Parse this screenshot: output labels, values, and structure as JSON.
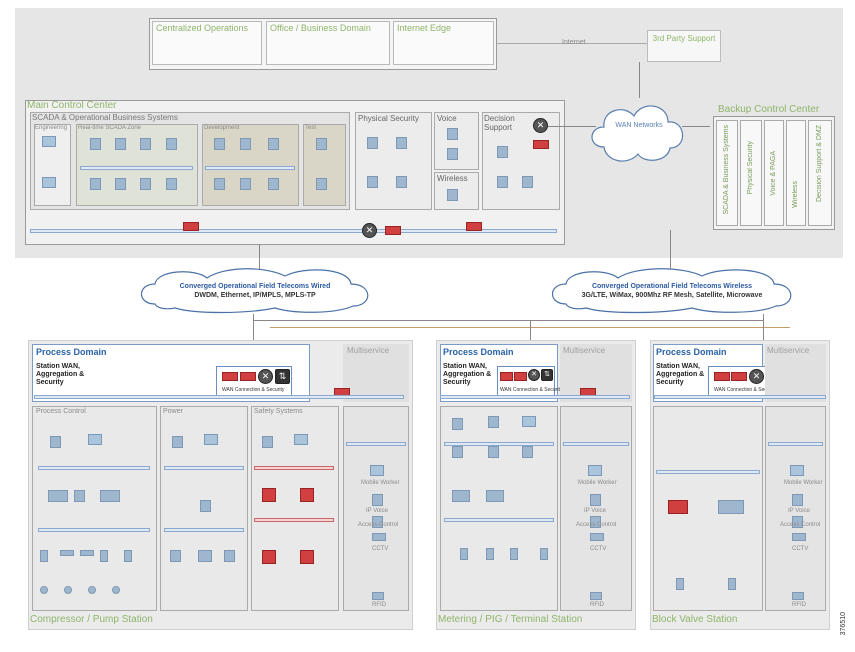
{
  "top": {
    "centralized": "Centralized Operations",
    "office": "Office / Business Domain",
    "internet_edge": "Internet Edge",
    "internet": "Internet",
    "third_party": "3rd Party Support"
  },
  "main_cc": {
    "title": "Main Control Center",
    "scada": "SCADA & Operational Business Systems",
    "engineering": "Engineering",
    "rt_scada": "Real-time SCADA Zone",
    "development": "Development",
    "test": "Test",
    "physical_security": "Physical Security",
    "voice": "Voice",
    "wireless": "Wireless",
    "decision": "Decision Support"
  },
  "wan": {
    "label": "WAN Networks"
  },
  "backup": {
    "title": "Backup Control Center",
    "cols": [
      "SCADA & Business Systems",
      "Physical Security",
      "Voice & PAGA",
      "Wireless",
      "Decision Support & DMZ"
    ]
  },
  "clouds": {
    "wired_title": "Converged Operational Field Telecoms Wired",
    "wired_sub": "DWDM, Ethernet, IP/MPLS, MPLS-TP",
    "wireless_title": "Converged Operational Field Telecoms Wireless",
    "wireless_sub": "3G/LTE, WiMax, 900Mhz RF Mesh, Satellite, Microwave"
  },
  "stations": [
    {
      "process": "Process Domain",
      "multiservice": "Multiservice",
      "wan_agg": "Station WAN, Aggregation & Security",
      "wan_conn": "WAN Connection & Security",
      "name": "Compressor / Pump Station",
      "sub1": "Process Control",
      "sub2": "Power",
      "sub3": "Safety Systems"
    },
    {
      "process": "Process Domain",
      "multiservice": "Multiservice",
      "wan_agg": "Station WAN, Aggregation & Security",
      "wan_conn": "WAN Connection & Security",
      "name": "Metering / PIG / Terminal Station"
    },
    {
      "process": "Process Domain",
      "multiservice": "Multiservice",
      "wan_agg": "Station WAN, Aggregation & Security",
      "wan_conn": "WAN Connection & Security",
      "name": "Block Valve Station"
    }
  ],
  "multiservice_items": [
    "Mobile Worker",
    "IP Voice",
    "Access Control",
    "CCTV",
    "RFID"
  ],
  "figure_id": "376510"
}
